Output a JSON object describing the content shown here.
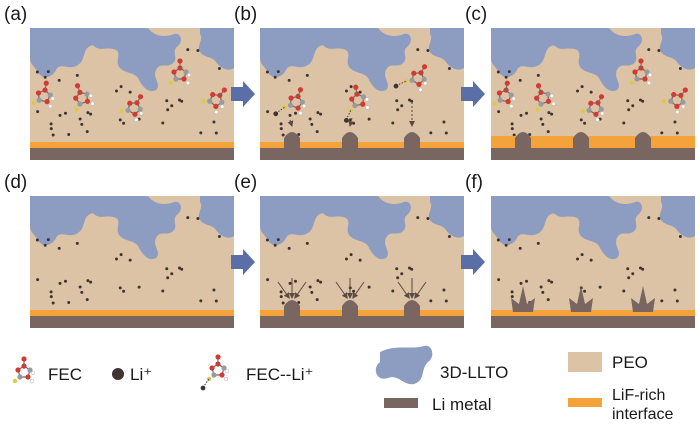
{
  "panels": [
    {
      "label": "(a)",
      "fec": "free",
      "li_arrows": false,
      "sei": "thin",
      "bumps": 0,
      "dendrites": false
    },
    {
      "label": "(b)",
      "fec": "attached",
      "li_arrows": false,
      "sei": "thin",
      "bumps": 3,
      "dendrites": false
    },
    {
      "label": "(c)",
      "fec": "free",
      "li_arrows": false,
      "sei": "thick",
      "bumps": 3,
      "dendrites": false
    },
    {
      "label": "(d)",
      "fec": "none",
      "li_arrows": false,
      "sei": "thin",
      "bumps": 0,
      "dendrites": false
    },
    {
      "label": "(e)",
      "fec": "none",
      "li_arrows": true,
      "sei": "thin",
      "bumps": 3,
      "dendrites": false
    },
    {
      "label": "(f)",
      "fec": "none",
      "li_arrows": false,
      "sei": "thin",
      "bumps": 0,
      "dendrites": true
    }
  ],
  "legend": {
    "fec": "FEC",
    "li": "Li⁺",
    "fec_li": "FEC--Li⁺",
    "llto": "3D-LLTO",
    "peo": "PEO",
    "li_metal": "Li metal",
    "lif_line1": "LiF-rich",
    "lif_line2": "interface"
  },
  "colors": {
    "peo": "#dcc3a5",
    "llto": "#8d9dc2",
    "li_metal": "#7a6660",
    "lif": "#f3a33a",
    "arrow": "#5a6ea8",
    "li_ion": "#3f3431",
    "fec_red": "#d23a32",
    "fec_gray": "#9a9a9a",
    "fec_yellow": "#dcc84a"
  }
}
